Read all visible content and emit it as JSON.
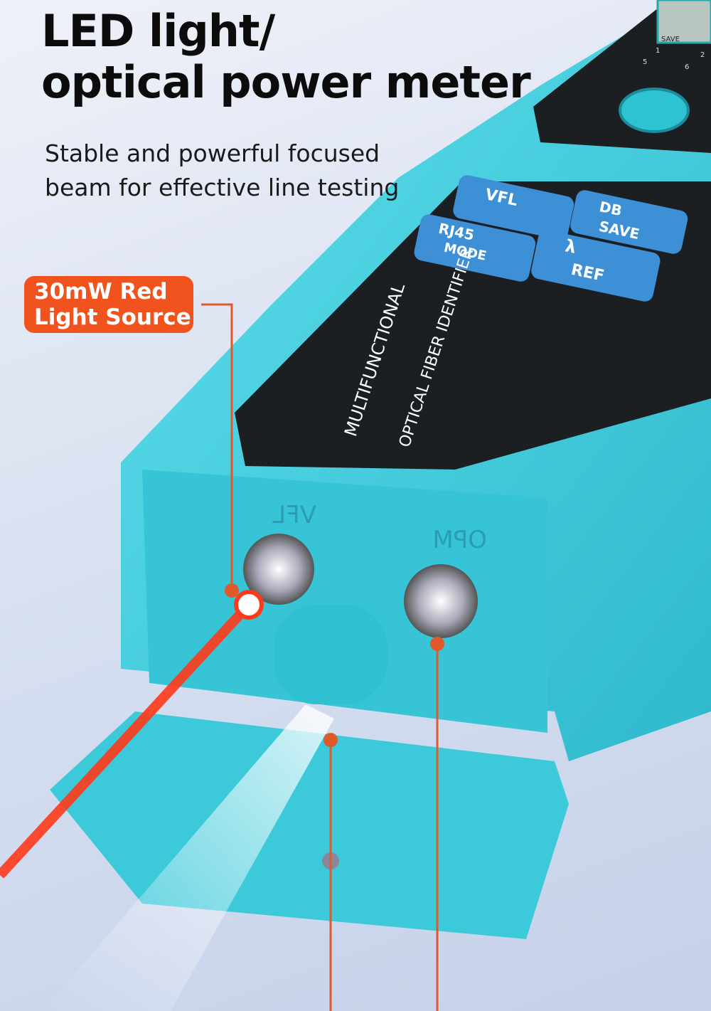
{
  "headline": {
    "line1": "LED light/",
    "line2": "optical power meter"
  },
  "subtitle": {
    "line1": "Stable and powerful focused",
    "line2": "beam for effective line testing"
  },
  "callout": {
    "line1": "30mW Red",
    "line2": "Light Source"
  },
  "device": {
    "label_line1": "MULTIFUNCTIONAL",
    "label_line2": "OPTICAL FIBER IDENTIFIER",
    "buttons": [
      {
        "top": "VFL"
      },
      {
        "top": "DB",
        "bottom": "SAVE"
      },
      {
        "top": "RJ45",
        "bottom": "MODE"
      },
      {
        "top": "λ",
        "bottom": "REF"
      }
    ],
    "ports": {
      "left": "VFL",
      "right": "OPM"
    },
    "screen": {
      "save": "SAVE",
      "keypad": [
        "1",
        "2",
        "5",
        "6"
      ]
    }
  },
  "colors": {
    "body": "#3fd0e0",
    "panel": "#1c1f22",
    "button": "#3d8fd6",
    "accent": "#f0531e",
    "laser": "#ff3a1a"
  }
}
